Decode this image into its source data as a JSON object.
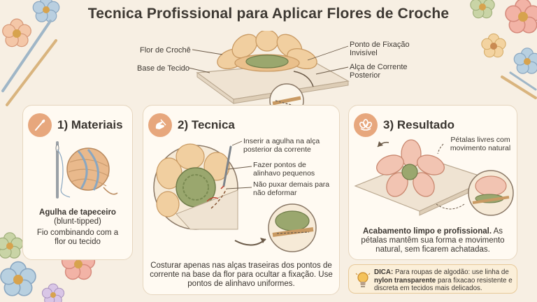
{
  "title": "Tecnica Profissional para Aplicar Flores de Croche",
  "header": {
    "label_flower": "Flor de Crochê",
    "label_fabric": "Base de Tecido",
    "label_fixation": "Ponto de Fixação Invisível",
    "label_chain": "Alça de Corrente Posterior"
  },
  "panel1": {
    "title": "1) Materiais",
    "needle": "Agulha de tapeceiro",
    "needle_type": "(blunt-tipped)",
    "yarn": "Fio combinando com a flor ou tecido"
  },
  "panel2": {
    "title": "2) Tecnica",
    "callout_insert": "Inserir a agulha na alça posterior da corrente",
    "callout_stitch": "Fazer pontos de alinhavo pequenos",
    "callout_pull": "Não puxar demais para não deformar",
    "description": "Costurar apenas nas alças traseiras dos pontos de corrente na base da flor para ocultar a fixação. Use pontos de alinhavo uniformes."
  },
  "panel3": {
    "title": "3) Resultado",
    "callout_petals": "Pétalas livres com movimento natural",
    "result_bold": "Acabamento limpo e profissional.",
    "result_rest": "As pétalas mantêm sua forma e movimento natural, sem ficarem achatadas."
  },
  "tip": {
    "label": "DICA:",
    "text1": "Para roupas de algodão: use linha de",
    "text_bold": "nylon transparente",
    "text2": "para fixacao resistente e discreta em tecidos mais delicados."
  },
  "colors": {
    "background": "#f7efe3",
    "panel": "#fffaf2",
    "accent": "#e7a77d",
    "petal": "#f1cfa0",
    "center": "#9aa76e",
    "tip_bg": "#fbefd9"
  },
  "icons": [
    "needle-icon",
    "hand-sewing-icon",
    "flower-icon",
    "lightbulb-icon"
  ]
}
